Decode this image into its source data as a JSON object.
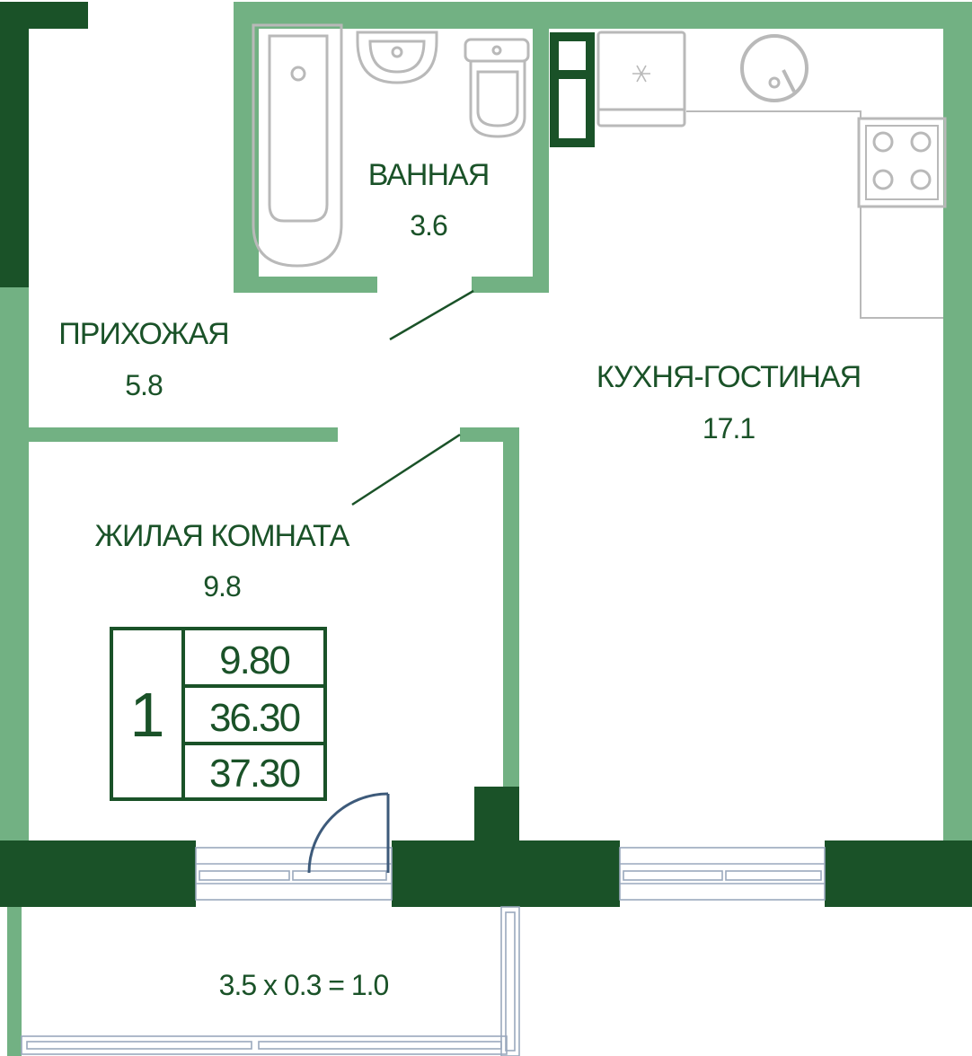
{
  "colors": {
    "wall_light": "#72b183",
    "wall_dark": "#1a5228",
    "fixture": "#b9b9b9",
    "window": "#9aa8bd",
    "door": "#3d5a7a",
    "text": "#1a5228"
  },
  "rooms": {
    "bathroom": {
      "name": "ВАННАЯ",
      "area": "3.6"
    },
    "hallway": {
      "name": "ПРИХОЖАЯ",
      "area": "5.8"
    },
    "kitchen_living": {
      "name": "КУХНЯ-ГОСТИНАЯ",
      "area": "17.1"
    },
    "living_room": {
      "name": "ЖИЛАЯ КОМНАТА",
      "area": "9.8"
    }
  },
  "summary": {
    "rooms_count": "1",
    "living_area": "9.80",
    "total_area": "36.30",
    "area_with_balcony": "37.30"
  },
  "balcony": {
    "formula": "3.5 x 0.3 = 1.0"
  },
  "icons": [
    "bathtub-icon",
    "washbasin-icon",
    "toilet-icon",
    "fridge-icon",
    "kitchen-sink-icon",
    "stove-icon",
    "door-swing-icon"
  ]
}
